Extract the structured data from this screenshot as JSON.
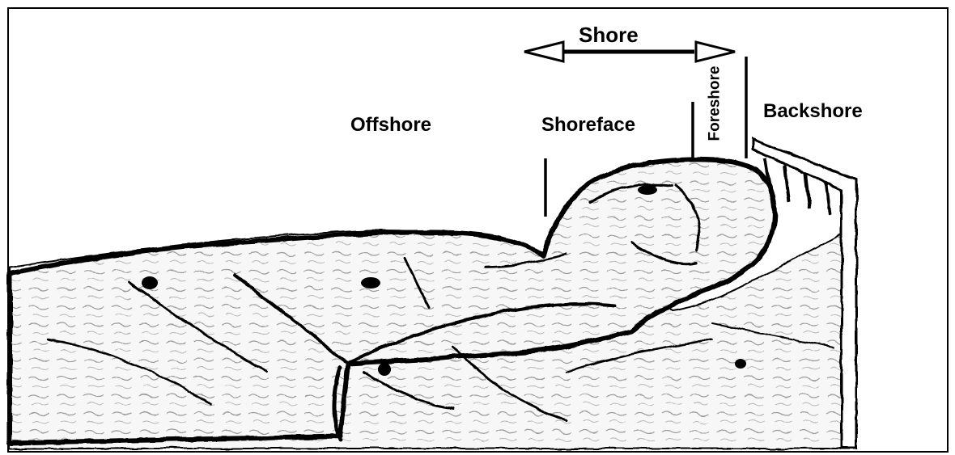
{
  "labels": {
    "shore": "Shore",
    "offshore": "Offshore",
    "shoreface": "Shoreface",
    "foreshore": "Foreshore",
    "backshore": "Backshore"
  },
  "colors": {
    "ink": "#000000",
    "paper": "#ffffff",
    "sheet_shade": "#e9e9e9"
  }
}
